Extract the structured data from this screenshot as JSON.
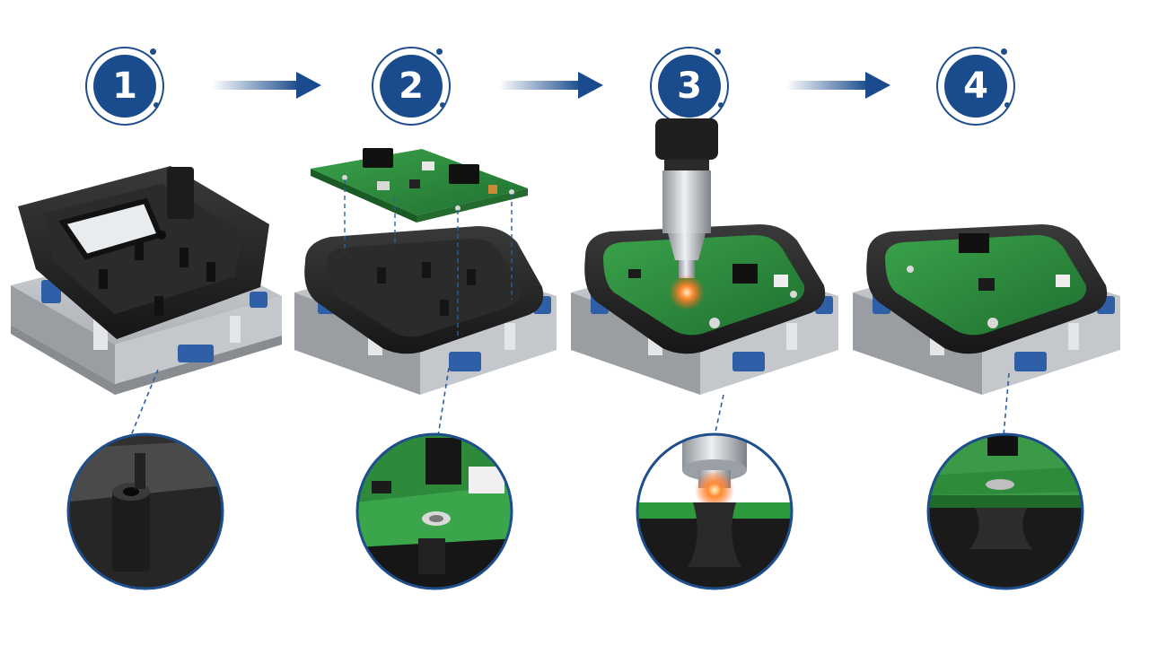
{
  "steps": [
    {
      "number": "1"
    },
    {
      "number": "2"
    },
    {
      "number": "3"
    },
    {
      "number": "4"
    }
  ],
  "colors": {
    "accent": "#1a4b8c",
    "pcb_green": "#2e8b3a",
    "housing_black": "#222222",
    "fixture_gray": "#b9bdc2",
    "clamp_blue": "#2f5fa6",
    "weld_glow": "#ff6a1a"
  }
}
